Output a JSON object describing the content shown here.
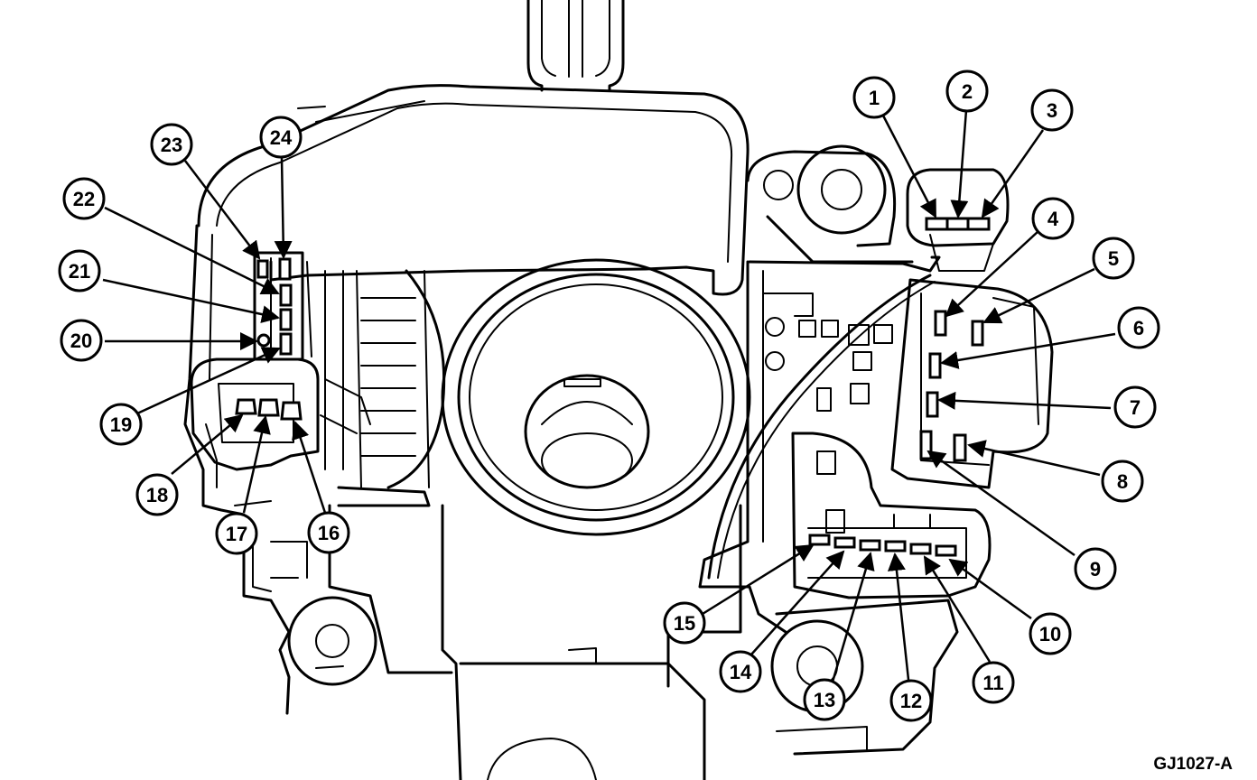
{
  "figure_code": "GJ1027-A",
  "callouts": [
    {
      "id": "callout-1",
      "label": "1"
    },
    {
      "id": "callout-2",
      "label": "2"
    },
    {
      "id": "callout-3",
      "label": "3"
    },
    {
      "id": "callout-4",
      "label": "4"
    },
    {
      "id": "callout-5",
      "label": "5"
    },
    {
      "id": "callout-6",
      "label": "6"
    },
    {
      "id": "callout-7",
      "label": "7"
    },
    {
      "id": "callout-8",
      "label": "8"
    },
    {
      "id": "callout-9",
      "label": "9"
    },
    {
      "id": "callout-10",
      "label": "10"
    },
    {
      "id": "callout-11",
      "label": "11"
    },
    {
      "id": "callout-12",
      "label": "12"
    },
    {
      "id": "callout-13",
      "label": "13"
    },
    {
      "id": "callout-14",
      "label": "14"
    },
    {
      "id": "callout-15",
      "label": "15"
    },
    {
      "id": "callout-16",
      "label": "16"
    },
    {
      "id": "callout-17",
      "label": "17"
    },
    {
      "id": "callout-18",
      "label": "18"
    },
    {
      "id": "callout-19",
      "label": "19"
    },
    {
      "id": "callout-20",
      "label": "20"
    },
    {
      "id": "callout-21",
      "label": "21"
    },
    {
      "id": "callout-22",
      "label": "22"
    },
    {
      "id": "callout-23",
      "label": "23"
    },
    {
      "id": "callout-24",
      "label": "24"
    }
  ]
}
